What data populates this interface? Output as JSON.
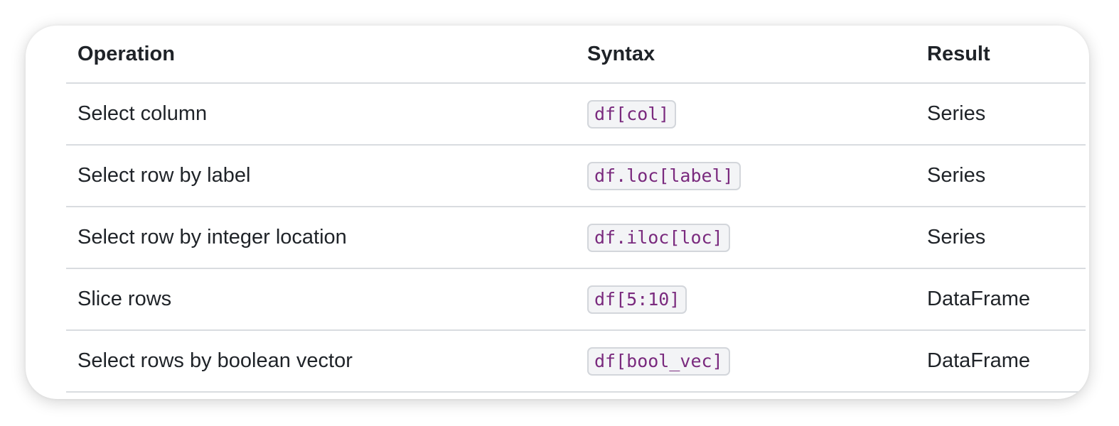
{
  "table": {
    "headers": {
      "operation": "Operation",
      "syntax": "Syntax",
      "result": "Result"
    },
    "rows": [
      {
        "operation": "Select column",
        "syntax": "df[col]",
        "result": "Series"
      },
      {
        "operation": "Select row by label",
        "syntax": "df.loc[label]",
        "result": "Series"
      },
      {
        "operation": "Select row by integer location",
        "syntax": "df.iloc[loc]",
        "result": "Series"
      },
      {
        "operation": "Slice rows",
        "syntax": "df[5:10]",
        "result": "DataFrame"
      },
      {
        "operation": "Select rows by boolean vector",
        "syntax": "df[bool_vec]",
        "result": "DataFrame"
      }
    ]
  },
  "colors": {
    "code_text": "#7a2a7e",
    "code_background": "#f3f4f6",
    "text": "#1f2328",
    "row_border": "#d9dce0"
  }
}
